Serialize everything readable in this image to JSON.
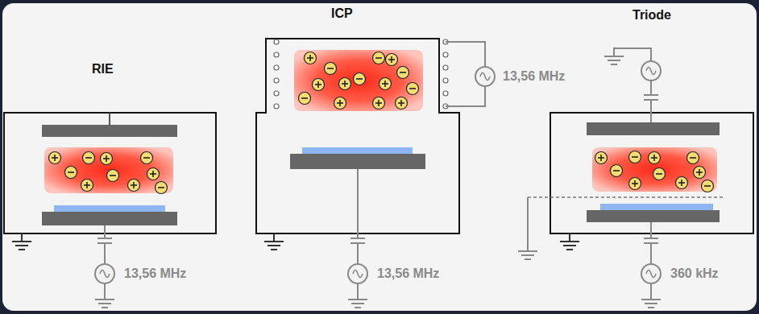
{
  "diagram": {
    "labels": [
      "RIE",
      "ICP",
      "Triode",
      "13,56 MHz",
      "13,56 MHz",
      "13,56 MHz",
      "360 kHz"
    ]
  }
}
